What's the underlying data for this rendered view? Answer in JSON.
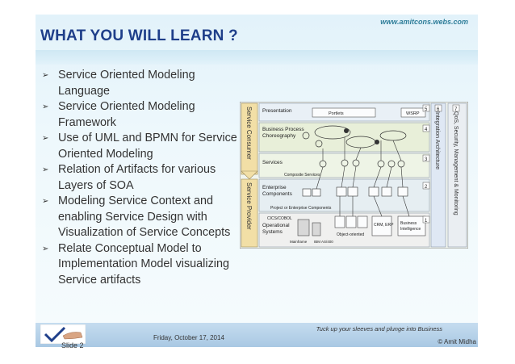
{
  "site": "www.amitcons.webs.com",
  "title": "WHAT YOU WILL LEARN ?",
  "bullets": [
    {
      "text": "Service Oriented Modeling Language"
    },
    {
      "text": "Service Oriented Modeling Framework"
    },
    {
      "text": "Use of UML and BPMN for Service Oriented Modeling"
    },
    {
      "text": "Relation of Artifacts for various Layers of SOA"
    },
    {
      "text": "Modeling Service Context and enabling Service Design with Visualization of Service Concepts"
    },
    {
      "text": "Relate Conceptual Model to Implementation Model visualizing Service artifacts"
    }
  ],
  "diagram": {
    "consumer": "Service Consumer",
    "provider": "Service Provider",
    "integration": "Integration Architecture",
    "qos": "QoS, Security, Management & Monitoring",
    "presentation": "Presentation",
    "portlets": "Portlets",
    "wsrp": "WSRP",
    "bpc": "Business Process Choreography",
    "services": "Services",
    "composite": "Composite Services",
    "enterprise": "Enterprise Components",
    "pec": "Project or Enterprise Components",
    "cics": "CICS/COBOL",
    "ops": "Operational Systems",
    "oo": "Object-oriented",
    "crm": "CRM, ERP",
    "bi": "Business Intelligence",
    "mainframe": "Mainframe",
    "ibm": "IBM AS/400",
    "n1": "1",
    "n2": "2",
    "n3": "3",
    "n4": "4",
    "n5": "5",
    "n6": "6",
    "n7": "7"
  },
  "footer": {
    "slide": "Slide 2",
    "date": "Friday, October 17, 2014",
    "tagline": "Tuck up your sleeves and plunge into Business",
    "copyright": "© Amit Midha"
  }
}
